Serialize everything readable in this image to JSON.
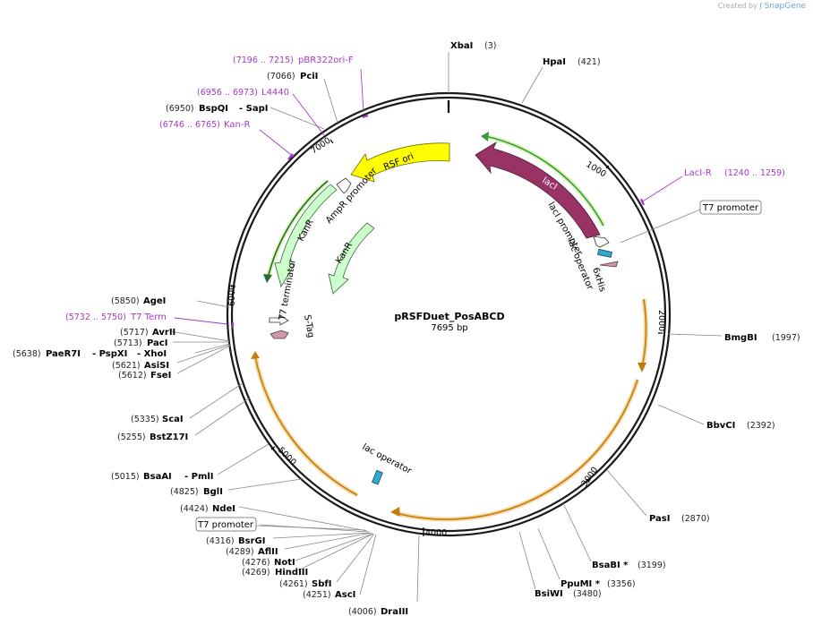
{
  "watermark": {
    "prefix": "Created by",
    "brand": "SnapGene"
  },
  "plasmid": {
    "name": "pRSFDuet_PosABCD",
    "size_label": "7695 bp",
    "length": 7695
  },
  "ticks": [
    "1000",
    "2000",
    "3000",
    "4000",
    "5000",
    "6000",
    "7000"
  ],
  "sites": [
    {
      "name": "XbaI",
      "pos": "(3)"
    },
    {
      "name": "HpaI",
      "pos": "(421)"
    },
    {
      "name": "BmgBI",
      "pos": "(1997)"
    },
    {
      "name": "BbvCI",
      "pos": "(2392)"
    },
    {
      "name": "PasI",
      "pos": "(2870)"
    },
    {
      "name": "BsaBI *",
      "pos": "(3199)"
    },
    {
      "name": "PpuMI *",
      "pos": "(3356)"
    },
    {
      "name": "BsiWI",
      "pos": "(3480)"
    },
    {
      "name": "DraIII",
      "pos": "(4006)"
    },
    {
      "name": "AscI",
      "pos": "(4251)"
    },
    {
      "name": "SbfI",
      "pos": "(4261)"
    },
    {
      "name": "HindIII",
      "pos": "(4269)"
    },
    {
      "name": "NotI",
      "pos": "(4276)"
    },
    {
      "name": "AflII",
      "pos": "(4289)"
    },
    {
      "name": "BsrGI",
      "pos": "(4316)"
    },
    {
      "name": "NdeI",
      "pos": "(4424)"
    },
    {
      "name": "BglI",
      "pos": "(4825)"
    },
    {
      "name": "BsaAI",
      "pos": "(5015)"
    },
    {
      "name": "- PmlI",
      "pos": ""
    },
    {
      "name": "BstZ17I",
      "pos": "(5255)"
    },
    {
      "name": "ScaI",
      "pos": "(5335)"
    },
    {
      "name": "FseI",
      "pos": "(5612)"
    },
    {
      "name": "AsiSI",
      "pos": "(5621)"
    },
    {
      "name": "PaeR7I",
      "pos": "(5638)"
    },
    {
      "name": "- PspXI",
      "pos": ""
    },
    {
      "name": "- XhoI",
      "pos": ""
    },
    {
      "name": "PacI",
      "pos": "(5713)"
    },
    {
      "name": "AvrII",
      "pos": "(5717)"
    },
    {
      "name": "AgeI",
      "pos": "(5850)"
    },
    {
      "name": "BspQI",
      "pos": "(6950)"
    },
    {
      "name": "- SapI",
      "pos": ""
    },
    {
      "name": "PciI",
      "pos": "(7066)"
    }
  ],
  "primers": [
    {
      "name": "pBR322ori-F",
      "pos": "(7196 .. 7215)"
    },
    {
      "name": "L4440",
      "pos": "(6956 .. 6973)"
    },
    {
      "name": "Kan-R",
      "pos": "(6746 .. 6765)"
    },
    {
      "name": "LacI-R",
      "pos": "(1240 .. 1259)"
    },
    {
      "name": "T7 Term",
      "pos": "(5732 .. 5750)"
    }
  ],
  "features": [
    {
      "name": "RSF ori",
      "color": "#ffff00"
    },
    {
      "name": "lacI",
      "color": "#993366"
    },
    {
      "name": "AmpR promoter",
      "color": "#ffffff"
    },
    {
      "name": "KanR",
      "color": "#ccffcc"
    },
    {
      "name": "lacI promoter",
      "color": "#ffffff"
    },
    {
      "name": "lac operator",
      "color": "#33aacc"
    },
    {
      "name": "6xHis",
      "color": "#cc99aa"
    },
    {
      "name": "T7 terminator",
      "color": "#ffffff"
    },
    {
      "name": "S-Tag",
      "color": "#cc99aa"
    }
  ],
  "boxed_labels": [
    "T7 promoter",
    "T7 promoter"
  ],
  "colors": {
    "backbone": "#1a1a1a",
    "orf_orange": "#e8a030",
    "orf_green": "#3a9a3a",
    "primer": "#a438c8",
    "leader": "#888888"
  }
}
